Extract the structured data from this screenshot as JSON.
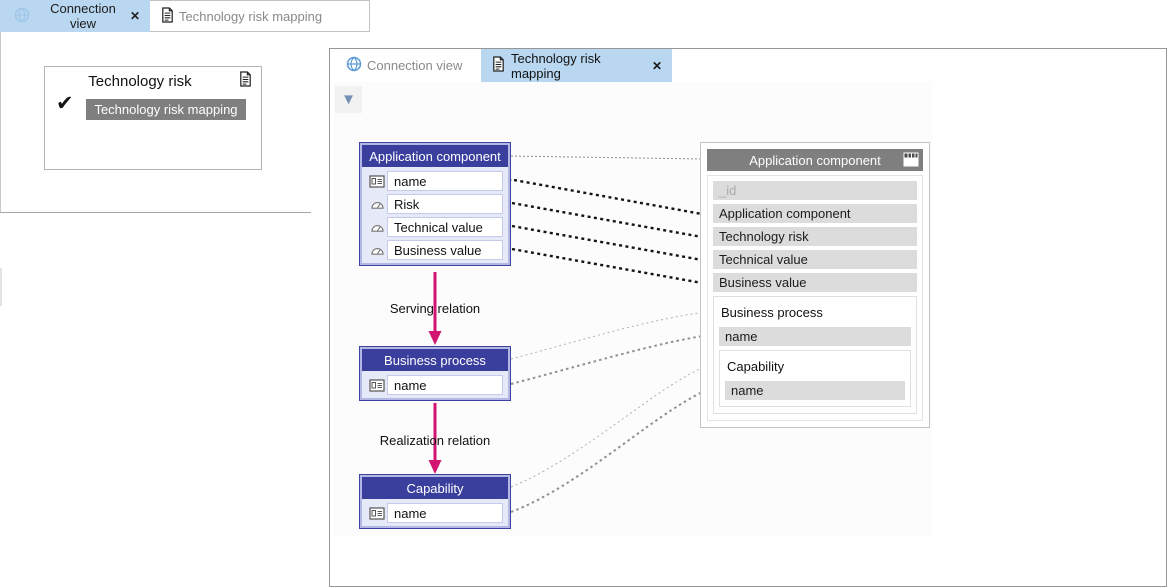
{
  "back_window": {
    "tabs": [
      {
        "label": "Connection view",
        "close": "✕",
        "icon": "globe-icon"
      },
      {
        "label": "Technology risk mapping",
        "icon": "document-icon"
      }
    ],
    "panel": {
      "title": "Technology risk",
      "check": "✔",
      "mapping_tag": "Technology risk mapping"
    }
  },
  "front_window": {
    "tabs": [
      {
        "label": "Connection view",
        "icon": "globe-icon"
      },
      {
        "label": "Technology risk mapping",
        "close": "✕",
        "icon": "document-icon"
      }
    ],
    "collapse_button": "▼"
  },
  "diagram": {
    "app_component": {
      "title": "Application component",
      "fields": [
        {
          "label": "name",
          "icon": "idcard-icon"
        },
        {
          "label": "Risk",
          "icon": "gauge-icon"
        },
        {
          "label": "Technical value",
          "icon": "gauge-icon"
        },
        {
          "label": "Business value",
          "icon": "gauge-icon"
        }
      ]
    },
    "business_process": {
      "title": "Business process",
      "fields": [
        {
          "label": "name",
          "icon": "idcard-icon"
        }
      ]
    },
    "capability": {
      "title": "Capability",
      "fields": [
        {
          "label": "name",
          "icon": "idcard-icon"
        }
      ]
    },
    "relations": [
      {
        "label": "Serving relation"
      },
      {
        "label": "Realization relation"
      }
    ],
    "target": {
      "title": "Application component",
      "rows": [
        "_id",
        "Application component",
        "Technology risk",
        "Technical value",
        "Business value"
      ],
      "business_process_group": {
        "label": "Business process",
        "row": "name"
      },
      "capability_group": {
        "label": "Capability",
        "row": "name"
      }
    },
    "colors": {
      "source_header": "#3a3f9e",
      "source_body": "#e6e9f7",
      "relation_arrow": "#d11570",
      "target_header": "#7f7f7f",
      "target_row": "#dcdcdc",
      "active_tab": "#b9d7f1"
    }
  }
}
